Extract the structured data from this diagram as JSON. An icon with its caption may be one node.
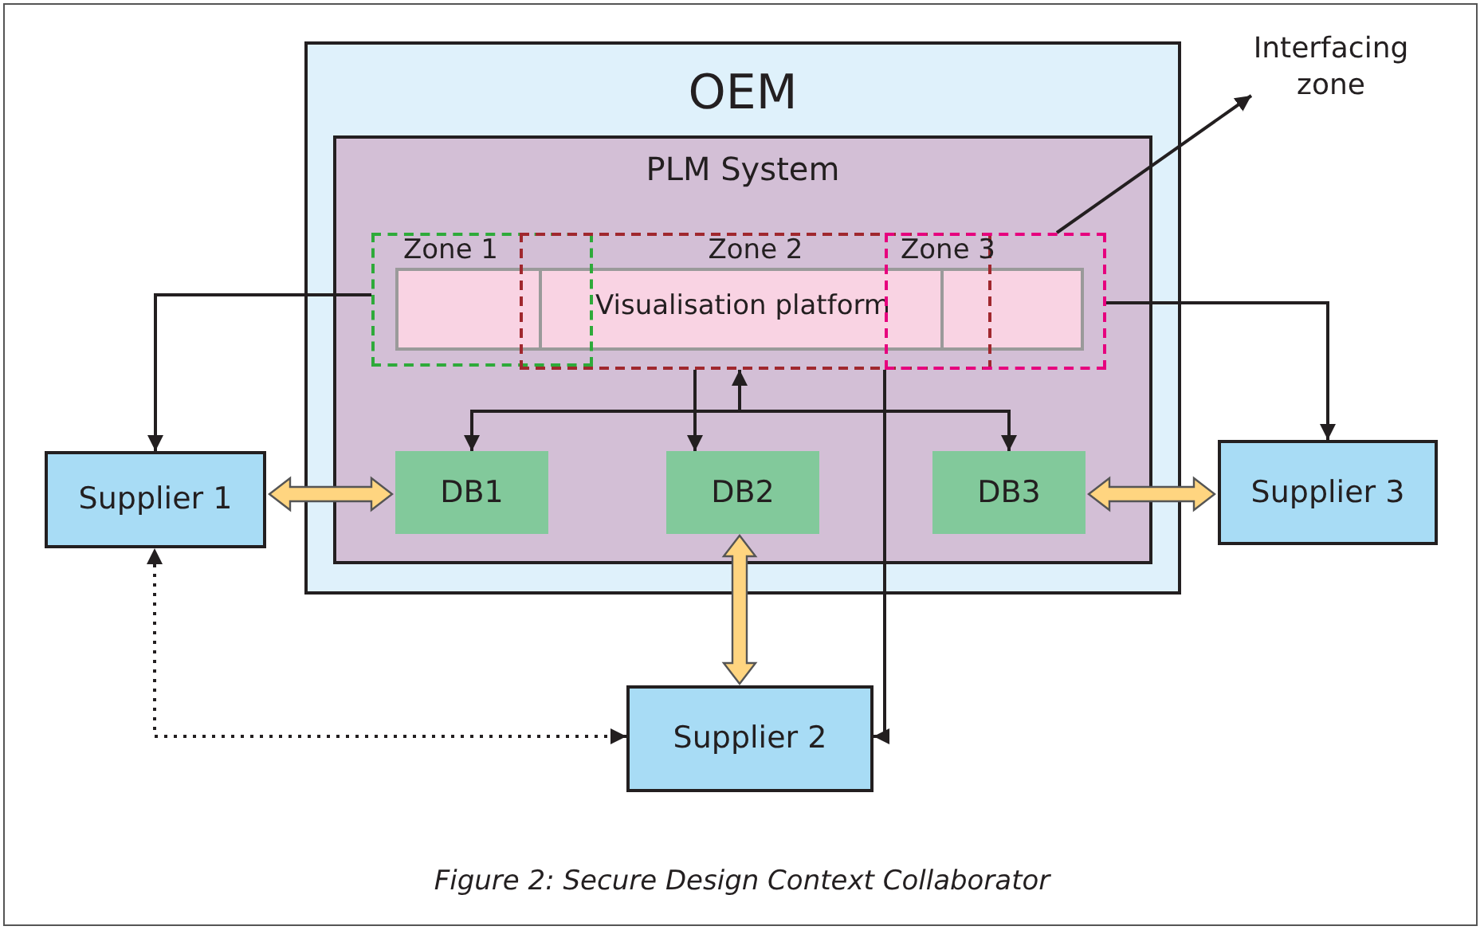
{
  "diagram": {
    "caption": "Figure 2: Secure Design Context Collaborator",
    "nodes": [
      {
        "text": [
          "OEM"
        ]
      },
      {
        "text": [
          "PLM System"
        ],
        "in": 0
      },
      {
        "text": [
          "Zone 1"
        ],
        "in": 1
      },
      {
        "text": [
          "Zone 2"
        ],
        "in": 1
      },
      {
        "text": [
          "Zone 3"
        ],
        "in": 1
      },
      {
        "text": [
          "Visualisation platform"
        ],
        "in": 1
      },
      {
        "text": [
          "DB1"
        ],
        "in": 1
      },
      {
        "text": [
          "DB2"
        ],
        "in": 1
      },
      {
        "text": [
          "DB3"
        ],
        "in": 1
      },
      {
        "text": [
          "Supplier 1"
        ]
      },
      {
        "text": [
          "Supplier 3"
        ]
      },
      {
        "text": [
          "Supplier 2"
        ]
      },
      {
        "text": [
          "Interfacing zone"
        ]
      }
    ],
    "edges": [
      {
        "from": 2,
        "to": 9,
        "arrow": "to"
      },
      {
        "from": 4,
        "to": 10,
        "arrow": "to"
      },
      {
        "from": 3,
        "to": 6,
        "arrow": "to"
      },
      {
        "from": 3,
        "to": 7,
        "arrow": "to"
      },
      {
        "from": 3,
        "to": 8,
        "arrow": "to"
      },
      {
        "from": null,
        "to": 3,
        "arrow": "to"
      },
      {
        "from": 4,
        "to": 11,
        "arrow": "to"
      },
      {
        "from": 4,
        "to": 12,
        "arrow": "to"
      },
      {
        "from": 9,
        "to": 6,
        "arrow": "both",
        "style": "thick",
        "color": "#ffd580"
      },
      {
        "from": 8,
        "to": 10,
        "arrow": "both",
        "style": "thick",
        "color": "#ffd580"
      },
      {
        "from": 7,
        "to": 11,
        "arrow": "both",
        "style": "thick",
        "color": "#ffd580"
      },
      {
        "from": 11,
        "to": 9,
        "arrow": "both",
        "style": "dashed"
      }
    ]
  }
}
